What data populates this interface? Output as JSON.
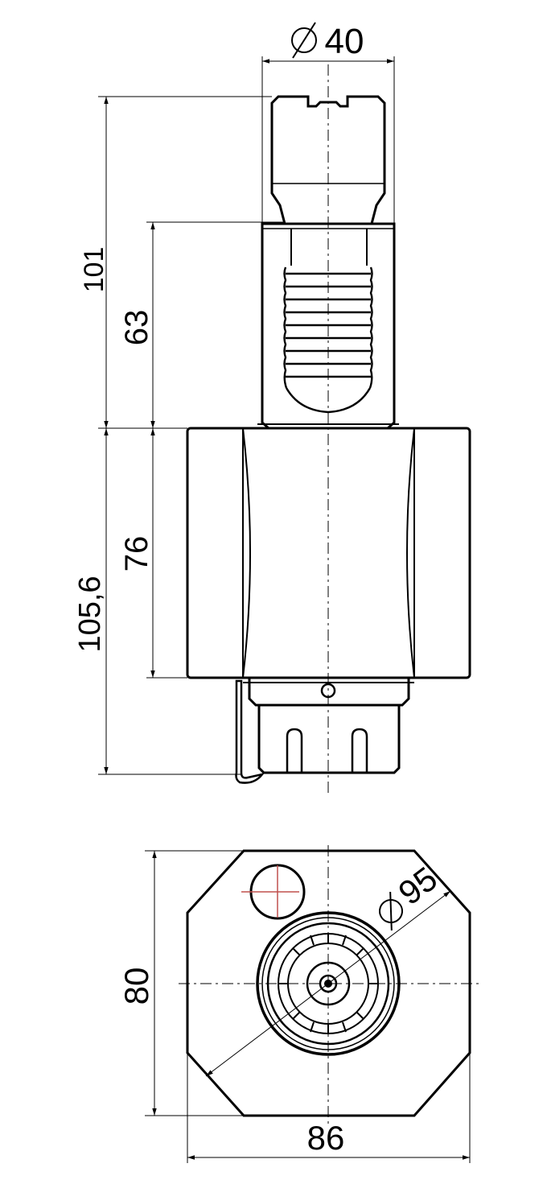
{
  "drawing": {
    "side_view": {
      "dim_shank_diameter": "40",
      "dim_total_height": "101",
      "dim_shank_length": "63",
      "dim_body_height": "76",
      "dim_lower_height": "105,6"
    },
    "front_view": {
      "dim_collet_diameter": "95",
      "dim_height": "80",
      "dim_width": "86"
    },
    "colors": {
      "line": "#000000",
      "center_marker": "#c0504d"
    }
  }
}
